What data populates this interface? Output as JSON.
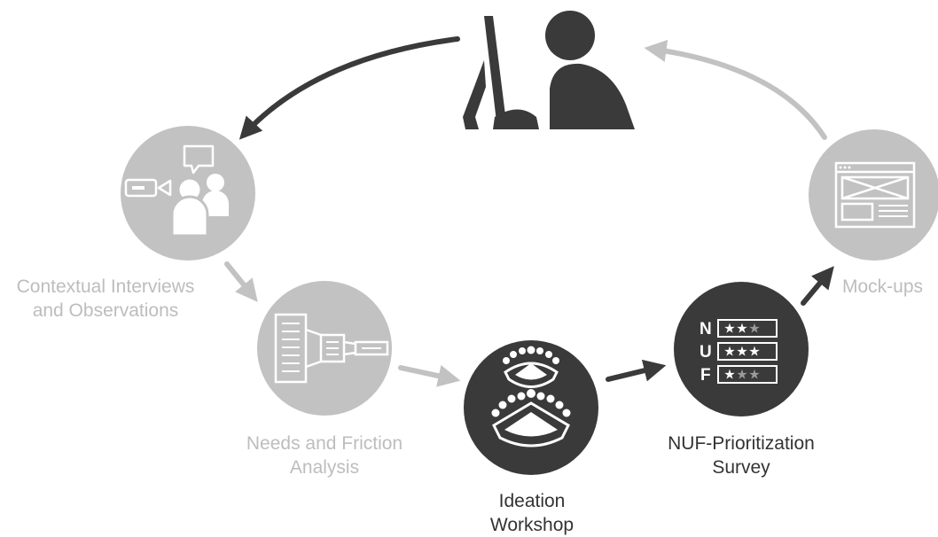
{
  "colors": {
    "dark": "#3a3a3a",
    "light": "#c2c2c2",
    "white": "#ffffff"
  },
  "user": {
    "icon": "user-at-computer-icon"
  },
  "steps": [
    {
      "id": "contextual",
      "icon": "video-chat-people-icon",
      "state": "done",
      "label_line1": "Contextual Interviews",
      "label_line2": "and Observations"
    },
    {
      "id": "needs",
      "icon": "tree-analysis-icon",
      "state": "done",
      "label_line1": "Needs and Friction",
      "label_line2": "Analysis"
    },
    {
      "id": "ideation",
      "icon": "workshop-tables-icon",
      "state": "active",
      "label_line1": "Ideation",
      "label_line2": "Workshop"
    },
    {
      "id": "nuf",
      "icon": "nuf-rating-icon",
      "state": "active",
      "label_line1": "NUF-Prioritization",
      "label_line2": "Survey",
      "rows": [
        "N",
        "U",
        "F"
      ],
      "stars_filled": [
        2,
        3,
        1
      ],
      "stars_total": 3
    },
    {
      "id": "mockups",
      "icon": "wireframe-icon",
      "state": "done",
      "label_line1": "Mock-ups",
      "label_line2": ""
    }
  ]
}
